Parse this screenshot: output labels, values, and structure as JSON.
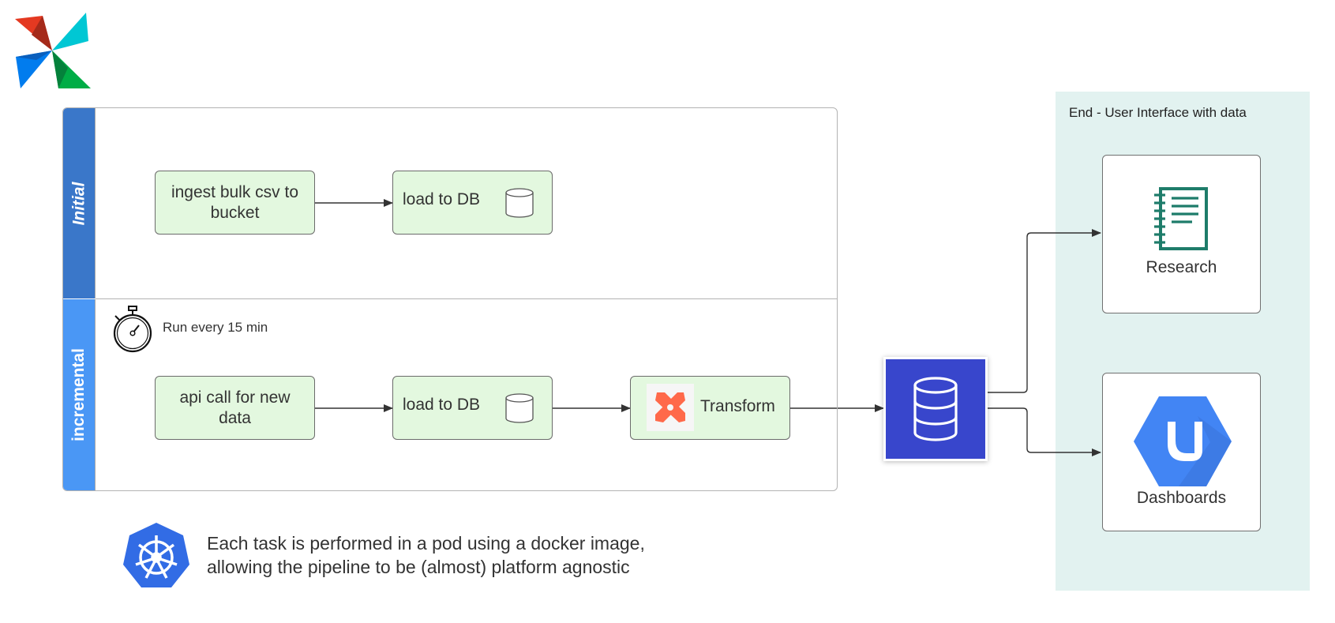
{
  "lanes": {
    "initial": {
      "title": "Initial",
      "tasks": {
        "ingest": "ingest bulk csv to bucket",
        "load": "load to DB"
      }
    },
    "incremental": {
      "title": "incremental",
      "schedule": "Run every 15 min",
      "tasks": {
        "api": "api call for new data",
        "load": "load to DB",
        "transform": "Transform"
      }
    }
  },
  "end_zone": {
    "title": "End - User Interface with data",
    "endpoints": {
      "research": "Research",
      "dashboards": "Dashboards"
    }
  },
  "note": {
    "line1": "Each task is performed in a pod using a docker image,",
    "line2": "allowing the pipeline to be (almost) platform agnostic"
  },
  "icons": {
    "brand": "airflow-pinwheel-icon",
    "schedule": "stopwatch-icon",
    "storage": "database-cylinder-icon",
    "transform": "dbt-logo-icon",
    "warehouse": "database-stack-icon",
    "research": "notebook-icon",
    "dashboards": "looker-studio-icon",
    "platform": "kubernetes-helm-icon"
  },
  "colors": {
    "lane_initial": "#3a77c9",
    "lane_incremental": "#4a97f5",
    "task_fill": "#e3f8df",
    "warehouse": "#3846cc",
    "end_zone": "#e2f2f0",
    "research_icon": "#1e7c6a",
    "dashboards_icon": "#4285f4",
    "kubernetes": "#326ce5",
    "dbt": "#ff694a"
  }
}
